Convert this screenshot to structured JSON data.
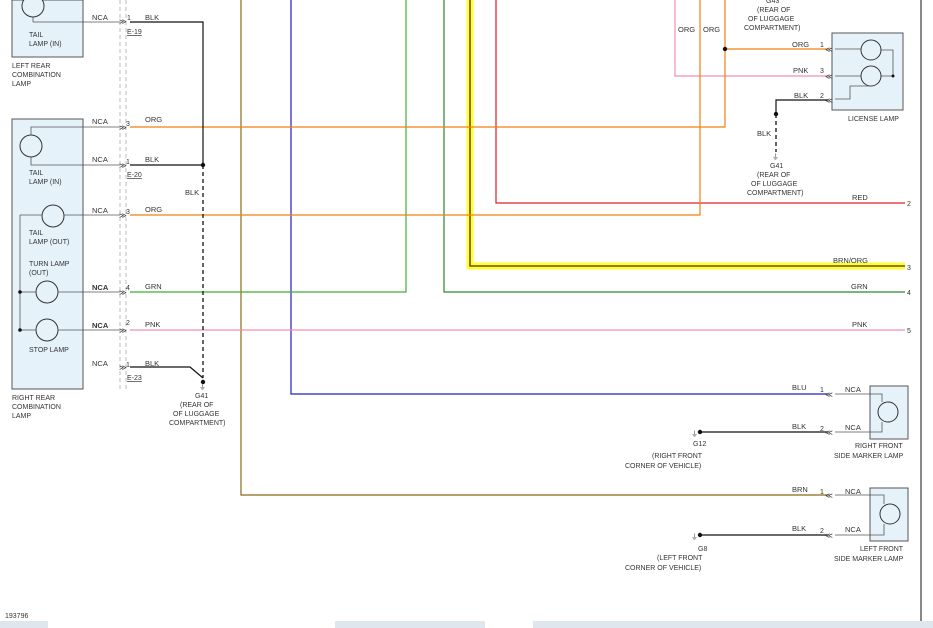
{
  "diagram_id": "193796",
  "components": {
    "left_rear": {
      "name_l1": "LEFT REAR",
      "name_l2": "COMBINATION",
      "name_l3": "LAMP",
      "lamp_l1": "TAIL",
      "lamp_l2": "LAMP (IN)"
    },
    "right_rear": {
      "name_l1": "RIGHT REAR",
      "name_l2": "COMBINATION",
      "name_l3": "LAMP",
      "tail_in_l1": "TAIL",
      "tail_in_l2": "LAMP (IN)",
      "tail_out_l1": "TAIL",
      "tail_out_l2": "LAMP (OUT)",
      "turn_l1": "TURN LAMP",
      "turn_l2": "(OUT)",
      "stop": "STOP LAMP"
    },
    "license": {
      "name": "LICENSE LAMP"
    },
    "right_front_marker": {
      "name_l1": "RIGHT FRONT",
      "name_l2": "SIDE MARKER LAMP"
    },
    "left_front_marker": {
      "name_l1": "LEFT FRONT",
      "name_l2": "SIDE MARKER LAMP"
    }
  },
  "left_pins": [
    {
      "nca": "NCA",
      "pin": "1",
      "wire": "BLK",
      "ref": "E-19"
    },
    {
      "nca": "NCA",
      "pin": "3",
      "wire": "ORG",
      "ref": ""
    },
    {
      "nca": "NCA",
      "pin": "1",
      "wire": "BLK",
      "ref": "E-20"
    },
    {
      "nca": "NCA",
      "pin": "3",
      "wire": "ORG",
      "ref": ""
    },
    {
      "nca": "NCA",
      "pin": "4",
      "wire": "GRN",
      "ref": ""
    },
    {
      "nca": "NCA",
      "pin": "2",
      "wire": "PNK",
      "ref": ""
    },
    {
      "nca": "NCA",
      "pin": "1",
      "wire": "BLK",
      "ref": "E-23"
    }
  ],
  "left_blk_vertical": "BLK",
  "grounds": {
    "g41_left": {
      "id": "G41",
      "l1": "(REAR OF",
      "l2": "OF LUGGAGE",
      "l3": "COMPARTMENT)"
    },
    "g41_license": {
      "id": "G41",
      "l1": "(REAR OF",
      "l2": "OF LUGGAGE",
      "l3": "COMPARTMENT)"
    },
    "g43_top": {
      "id": "G43",
      "l1": "(REAR OF",
      "l2": "OF LUGGAGE",
      "l3": "COMPARTMENT)"
    },
    "g12": {
      "id": "G12",
      "l1": "(RIGHT FRONT",
      "l2": "CORNER OF VEHICLE)"
    },
    "g8": {
      "id": "G8",
      "l1": "(LEFT FRONT",
      "l2": "CORNER OF VEHICLE)"
    }
  },
  "license_vertical_labels": {
    "org": "ORG",
    "org2": "ORG",
    "blk": "BLK"
  },
  "license_pins": [
    {
      "wire": "ORG",
      "pin": "1"
    },
    {
      "wire": "PNK",
      "pin": "3"
    },
    {
      "wire": "BLK",
      "pin": "2"
    }
  ],
  "right_connector": [
    {
      "wire": "RED",
      "pin": "2"
    },
    {
      "wire": "BRN/ORG",
      "pin": "3"
    },
    {
      "wire": "GRN",
      "pin": "4"
    },
    {
      "wire": "PNK",
      "pin": "5"
    }
  ],
  "marker_pins": {
    "rf_blu": {
      "wire": "BLU",
      "pin": "1",
      "nca": "NCA"
    },
    "rf_blk": {
      "wire": "BLK",
      "pin": "2",
      "nca": "NCA"
    },
    "lf_brn": {
      "wire": "BRN",
      "pin": "1",
      "nca": "NCA"
    },
    "lf_blk": {
      "wire": "BLK",
      "pin": "2",
      "nca": "NCA"
    }
  },
  "colors": {
    "org": "#f08010",
    "blk": "#111111",
    "grn": "#3cb030",
    "dkgrn": "#2a8a2a",
    "pnk": "#f090b0",
    "red": "#e02020",
    "blu": "#2020c0",
    "brn": "#8a6a1a",
    "yel": "#ffff33",
    "brnorg": "#6e5410",
    "box": "#e6f2fa"
  }
}
